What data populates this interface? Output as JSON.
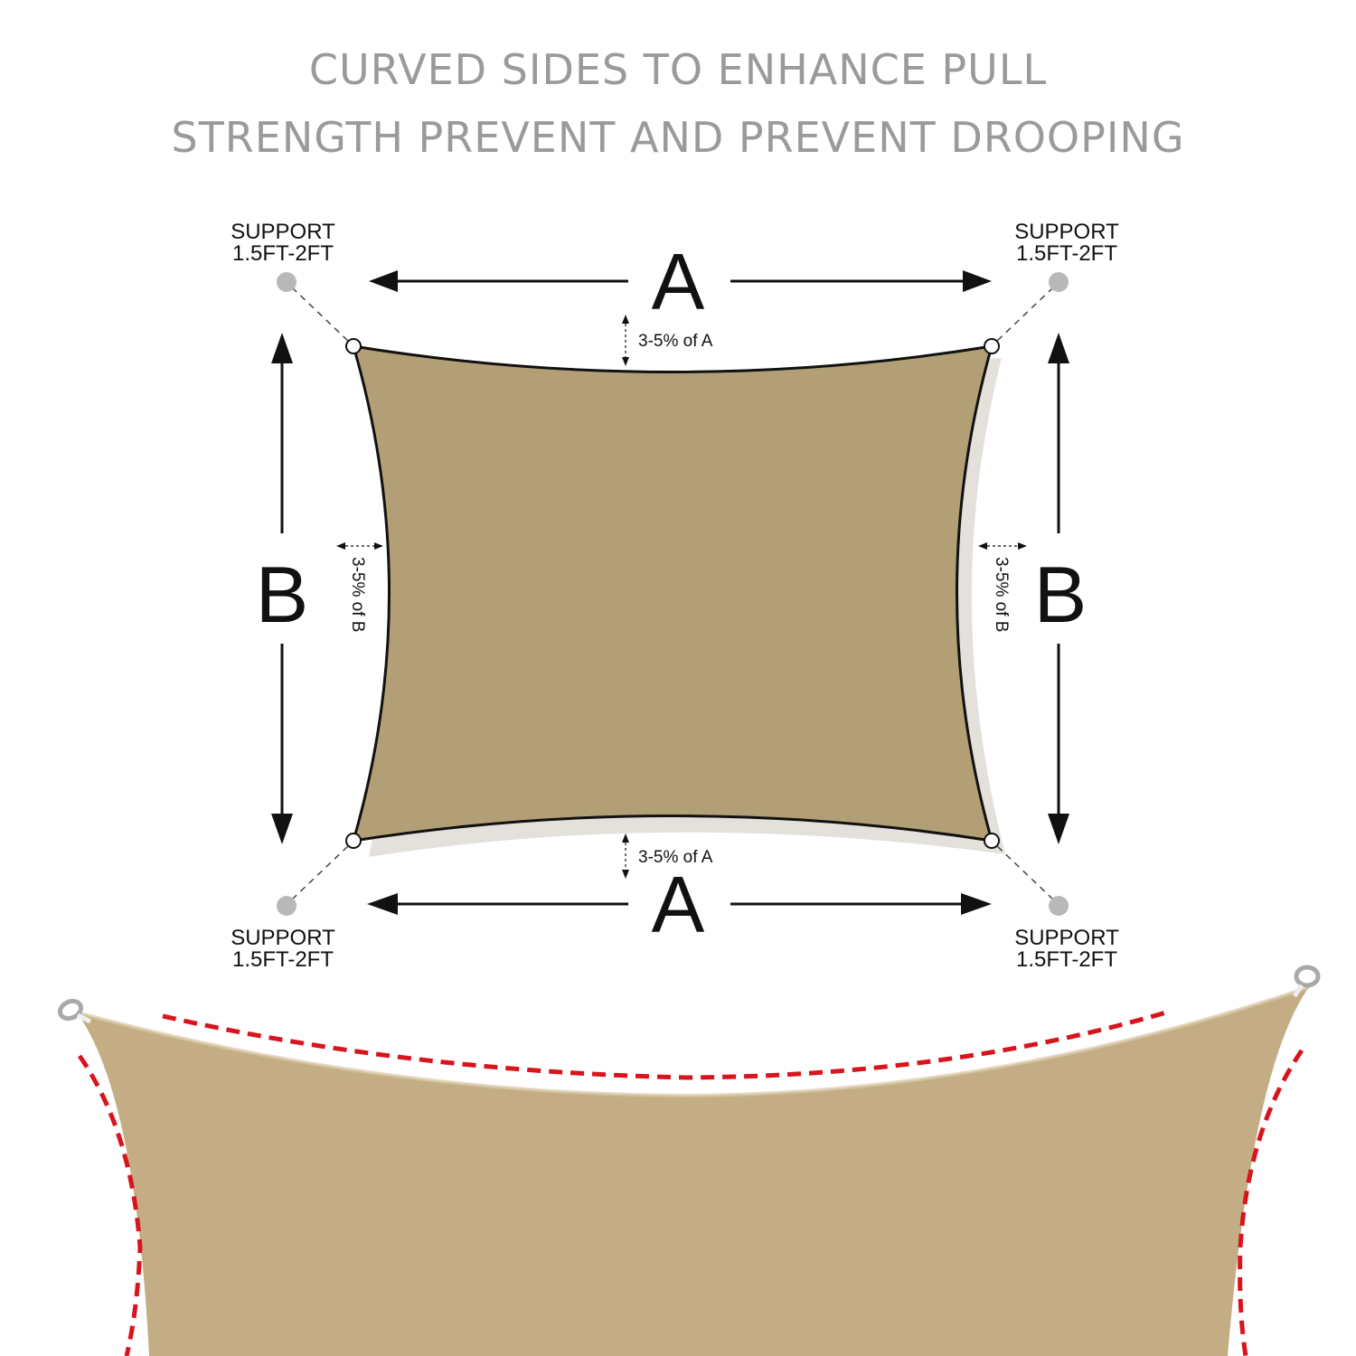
{
  "heading": {
    "line1": "CURVED SIDES TO ENHANCE PULL",
    "line2": "STRENGTH PREVENT AND PREVENT DROOPING"
  },
  "diagram": {
    "dimension_a_label": "A",
    "dimension_b_label": "B",
    "sag_a_note": "3-5% of A",
    "sag_b_note": "3-5% of B",
    "supports": [
      {
        "corner": "top-left",
        "line1": "SUPPORT",
        "line2": "1.5FT-2FT"
      },
      {
        "corner": "top-right",
        "line1": "SUPPORT",
        "line2": "1.5FT-2FT"
      },
      {
        "corner": "bottom-left",
        "line1": "SUPPORT",
        "line2": "1.5FT-2FT"
      },
      {
        "corner": "bottom-right",
        "line1": "SUPPORT",
        "line2": "1.5FT-2FT"
      }
    ]
  },
  "colors": {
    "heading_text": "#9a9a9a",
    "sail_fill": "#b39f76",
    "sail_outline": "#111111",
    "sail_shadow": "#e4e1dc",
    "support_dot": "#b8b8b8",
    "label_text": "#111111",
    "photo_fabric": "#c4ad84",
    "curve_marker": "#d8141c",
    "ring": "#a9a9a9"
  },
  "icons": [
    "support-point-icon",
    "corner-ring-icon",
    "arrow-icon"
  ]
}
